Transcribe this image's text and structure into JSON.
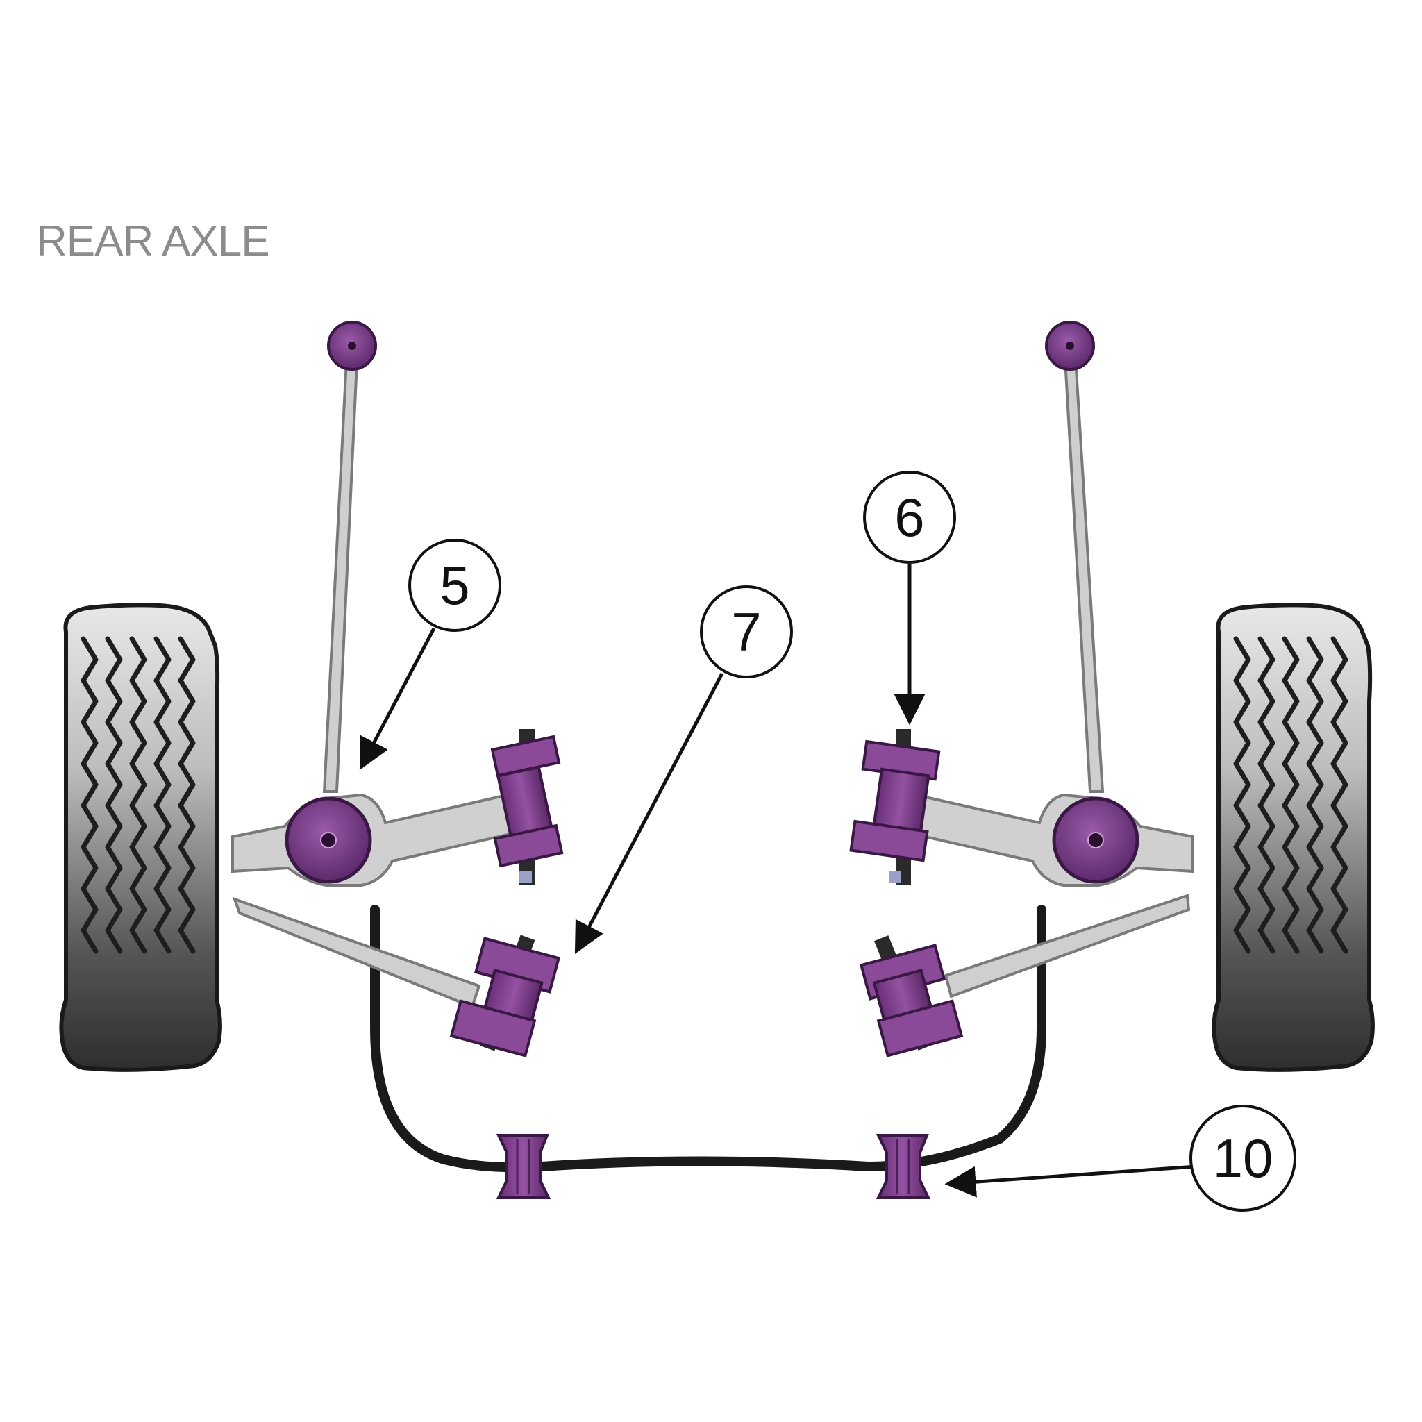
{
  "title": "REAR AXLE",
  "callouts": [
    {
      "id": "callout-5",
      "label": "5"
    },
    {
      "id": "callout-6",
      "label": "6"
    },
    {
      "id": "callout-7",
      "label": "7"
    },
    {
      "id": "callout-10",
      "label": "10"
    }
  ],
  "colors": {
    "bushing": "#7a3e86",
    "bushing_dark": "#4a2256",
    "metal": "#cfcfcf",
    "metal_outline": "#7a7a7a",
    "tire": "#333333",
    "bar": "#1a1a1a",
    "title": "#8c8c8c"
  },
  "icons": [
    "tire-icon",
    "bushing-icon",
    "arrow-icon"
  ]
}
